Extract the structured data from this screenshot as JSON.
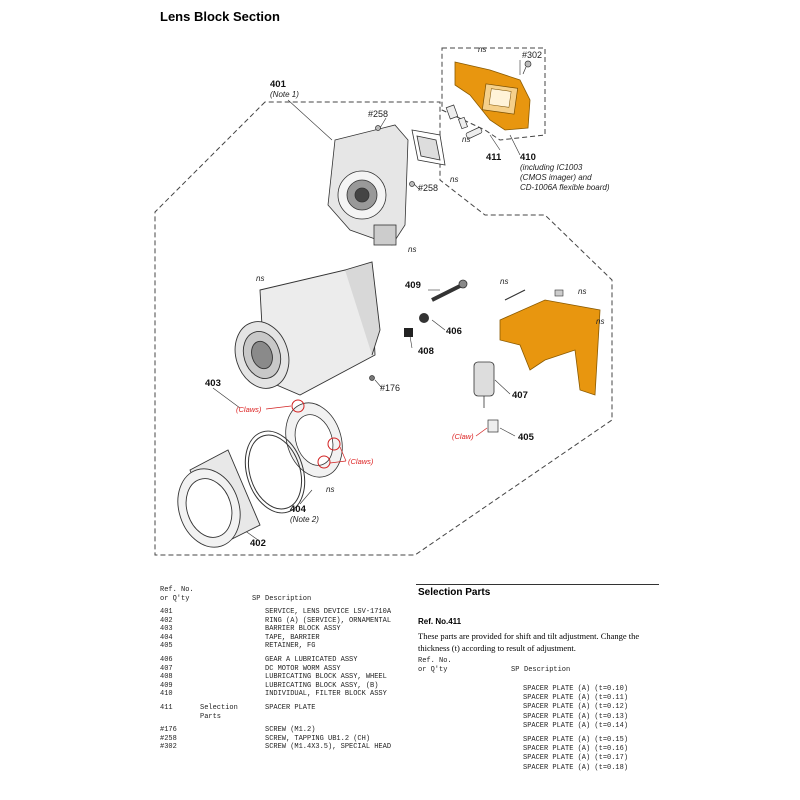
{
  "page": {
    "title": "Lens Block Section"
  },
  "diagram": {
    "labels": {
      "p401": "401",
      "note1": "(Note 1)",
      "p258a": "#258",
      "p258b": "#258",
      "ns1": "ns",
      "ns2": "ns",
      "ns3": "ns",
      "ns4": "ns",
      "ns5": "ns",
      "ns6": "ns",
      "ns7": "ns",
      "ns8": "ns",
      "p302": "#302",
      "p411": "411",
      "p410": "410",
      "p410_l1": "(including IC1003",
      "p410_l2": "(CMOS imager) and",
      "p410_l3": "CD-1006A flexible board)",
      "p409": "409",
      "p406": "406",
      "p408": "408",
      "p407": "407",
      "p405": "405",
      "p176": "#176",
      "p403": "403",
      "p404": "404",
      "note2": "(Note 2)",
      "p402": "402",
      "claws1": "(Claws)",
      "claws2": "(Claws)",
      "claw": "(Claw)"
    }
  },
  "parts_table": {
    "header_ref_l1": "Ref. No.",
    "header_ref_l2": "or Q'ty",
    "header_sp": "SP",
    "header_desc": "Description",
    "groups": [
      [
        {
          "ref": "401",
          "sp": "",
          "desc": "SERVICE, LENS DEVICE LSV-1710A"
        },
        {
          "ref": "402",
          "sp": "",
          "desc": "RING (A) (SERVICE), ORNAMENTAL"
        },
        {
          "ref": "403",
          "sp": "",
          "desc": "BARRIER BLOCK ASSY"
        },
        {
          "ref": "404",
          "sp": "",
          "desc": "TAPE, BARRIER"
        },
        {
          "ref": "405",
          "sp": "",
          "desc": "RETAINER, FG"
        }
      ],
      [
        {
          "ref": "406",
          "sp": "",
          "desc": "GEAR A LUBRICATED ASSY"
        },
        {
          "ref": "407",
          "sp": "",
          "desc": "DC MOTOR WORM ASSY"
        },
        {
          "ref": "408",
          "sp": "",
          "desc": "LUBRICATING BLOCK ASSY, WHEEL"
        },
        {
          "ref": "409",
          "sp": "",
          "desc": "LUBRICATING BLOCK ASSY, (B)"
        },
        {
          "ref": "410",
          "sp": "",
          "desc": "INDIVIDUAL, FILTER BLOCK ASSY"
        }
      ],
      [
        {
          "ref": "411",
          "sp": "Selection",
          "desc": "SPACER PLATE"
        },
        {
          "ref": "",
          "sp": "Parts",
          "desc": ""
        }
      ],
      [
        {
          "ref": "#176",
          "sp": "",
          "desc": "SCREW (M1.2)"
        },
        {
          "ref": "#258",
          "sp": "",
          "desc": "SCREW, TAPPING UB1.2 (CH)"
        },
        {
          "ref": "#302",
          "sp": "",
          "desc": "SCREW (M1.4X3.5), SPECIAL HEAD"
        }
      ]
    ]
  },
  "selection": {
    "title": "Selection Parts",
    "ref_label": "Ref. No.411",
    "note": "These parts are provided for shift and tilt adjustment. Change the thickness (t) according to result of adjustment.",
    "header_ref_l1": "Ref. No.",
    "header_ref_l2": "or Q'ty",
    "header_sp": "SP",
    "header_desc": "Description",
    "groups": [
      [
        {
          "desc": "SPACER PLATE (A) (t=0.10)"
        },
        {
          "desc": "SPACER PLATE (A) (t=0.11)"
        },
        {
          "desc": "SPACER PLATE (A) (t=0.12)"
        },
        {
          "desc": "SPACER PLATE (A) (t=0.13)"
        },
        {
          "desc": "SPACER PLATE (A) (t=0.14)"
        }
      ],
      [
        {
          "desc": "SPACER PLATE (A) (t=0.15)"
        },
        {
          "desc": "SPACER PLATE (A) (t=0.16)"
        },
        {
          "desc": "SPACER PLATE (A) (t=0.17)"
        },
        {
          "desc": "SPACER PLATE (A) (t=0.18)"
        }
      ]
    ]
  },
  "colors": {
    "flex_board": "#e8960f",
    "claw_marks": "#d22222",
    "line": "#333333"
  }
}
